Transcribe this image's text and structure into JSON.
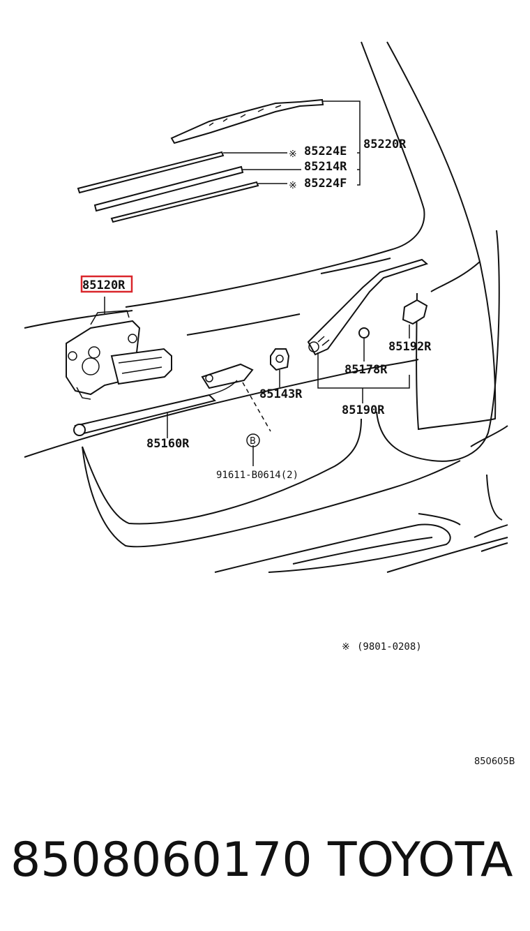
{
  "parts": {
    "blade_assy": "85220R",
    "blade_insert_e": "85224E",
    "blade_rubber": "85214R",
    "blade_insert_f": "85224F",
    "motor": "85120R",
    "arm_cap": "85192R",
    "arm_nut": "85178R",
    "pivot_cap": "85143R",
    "arm_assy": "85190R",
    "link": "85160R",
    "bolt": "91611-B0614(2)"
  },
  "ref_mark": "※",
  "callout_letter": "B",
  "date_note": "(9801-0208)",
  "diagram_code": "850605B",
  "footer": {
    "part_number": "8508060170",
    "brand": "TOYOTA"
  },
  "highlight_color": "#d9262b"
}
